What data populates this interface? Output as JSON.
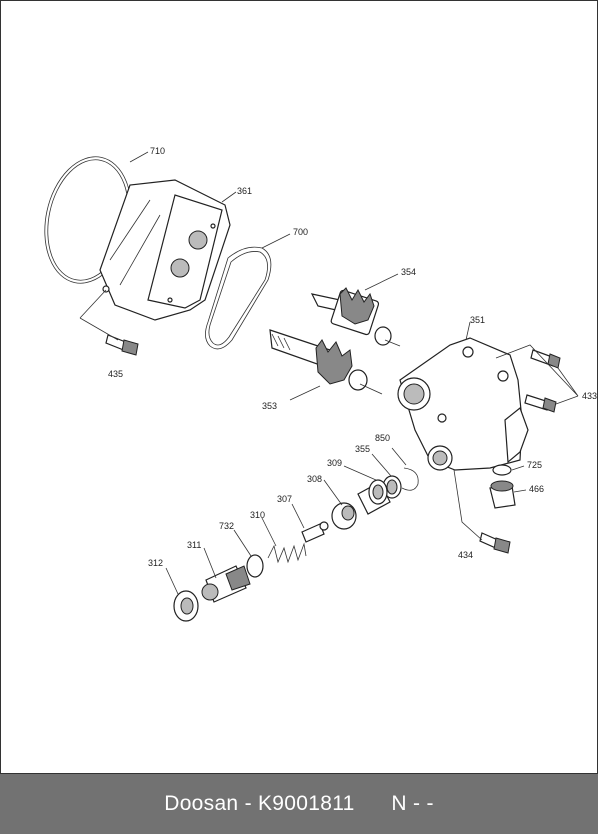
{
  "footer": {
    "brand": "Doosan",
    "separator": "-",
    "part_number": "K9001811",
    "suffix": "N - -"
  },
  "callouts": {
    "c710": "710",
    "c361": "361",
    "c700": "700",
    "c354": "354",
    "c351": "351",
    "c433": "433",
    "c435": "435",
    "c353": "353",
    "c850": "850",
    "c355": "355",
    "c309": "309",
    "c308": "308",
    "c725": "725",
    "c466": "466",
    "c307": "307",
    "c310": "310",
    "c732": "732",
    "c311": "311",
    "c312": "312",
    "c434": "434"
  }
}
